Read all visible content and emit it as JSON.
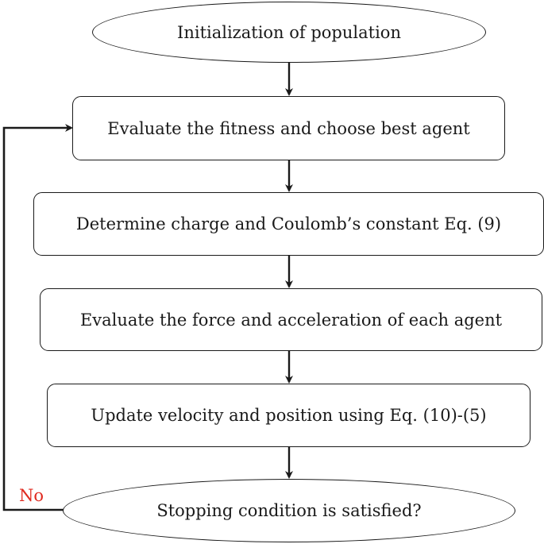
{
  "nodes": {
    "start": "Initialization of population",
    "evaluate_fitness": "Evaluate the fitness and choose best agent",
    "determine_charge": "Determine charge and Coulomb’s constant Eq. (9)",
    "evaluate_force": "Evaluate the force and acceleration of each agent",
    "update_velocity": "Update velocity and position using Eq. (10)-(5)",
    "stopping": "Stopping condition is satisfied?"
  },
  "edges": {
    "no_label": "No"
  },
  "colors": {
    "line": "#1a1a1a",
    "no_label": "#e02b20"
  }
}
